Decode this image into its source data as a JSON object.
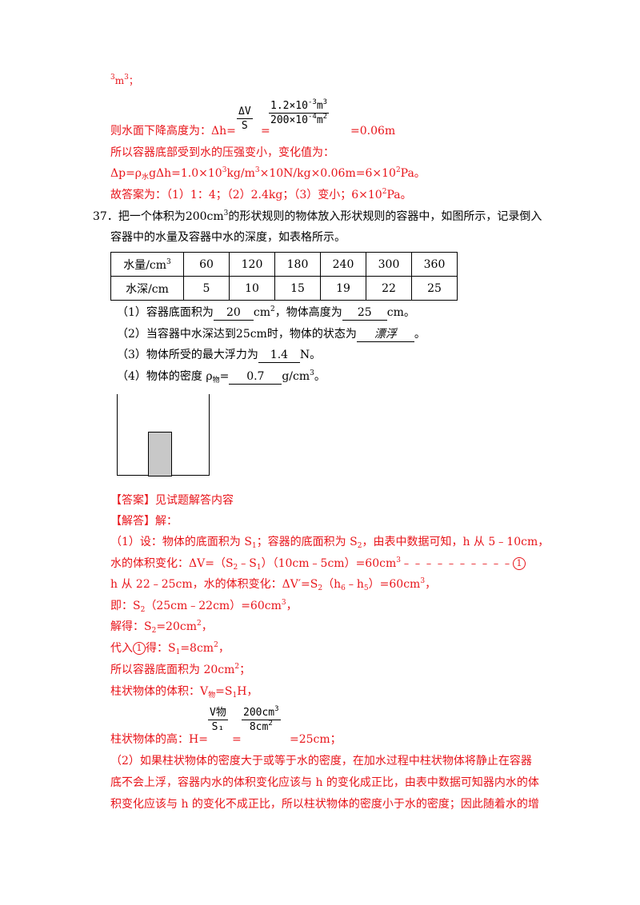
{
  "top": {
    "unit_fragment": "m",
    "unit_fragment_exp_pre": "3",
    "unit_fragment_exp": "3",
    "unit_fragment_tail": "；",
    "frac1_num_left": "ΔV",
    "frac1_den_left": "S",
    "frac1_num_right_a": "1.2×10",
    "frac1_num_right_exp": "-3",
    "frac1_num_right_unit": "m",
    "frac1_num_right_unit_exp": "3",
    "frac1_den_right_a": "200×10",
    "frac1_den_right_exp": "-4",
    "frac1_den_right_unit": "m",
    "frac1_den_right_unit_exp": "2",
    "dh_prefix": "则水面下降高度为：Δh=",
    "dh_eq": "=",
    "dh_result": "=0.06m",
    "pressure_line": "所以容器底部受到水的压强变小，变化值为：",
    "dp_a": "Δp=ρ",
    "dp_sub": "水",
    "dp_b": "gΔh=1.0×10",
    "dp_exp1": "3",
    "dp_c": "kg/m",
    "dp_exp2": "3",
    "dp_d": "×10N/kg×0.06m=6×10",
    "dp_exp3": "2",
    "dp_e": "Pa。",
    "answer_a": "故答案为：（1）1：4；（2）2.4kg；（3）变小；6×10",
    "answer_exp": "2",
    "answer_b": "Pa。"
  },
  "q37": {
    "number": "37．",
    "stem1_a": "把一个体积为200cm",
    "stem1_exp": "3",
    "stem1_b": "的形状规则的物体放入形状规则的容器中，如图所示，记录倒入",
    "stem2": "容器中的水量及容器中水的深度，如表格所示。",
    "table": {
      "row1_label": "水量/cm",
      "row1_label_exp": "3",
      "row1_values": [
        "60",
        "120",
        "180",
        "240",
        "300",
        "360"
      ],
      "row2_label": "水深/cm",
      "row2_values": [
        "5",
        "10",
        "15",
        "19",
        "22",
        "25"
      ]
    },
    "s1_a": "（1）容器底面积为",
    "s1_blank1": "20",
    "s1_b": "cm",
    "s1_b_exp": "2",
    "s1_c": "，物体高度为",
    "s1_blank2": "25",
    "s1_d": "cm。",
    "s2_a": "（2）当容器中水深达到25cm时，物体的状态为",
    "s2_blank": "漂浮",
    "s2_b": "。",
    "s3_a": "（3）物体所受的最大浮力为",
    "s3_blank": "1.4",
    "s3_b": "N。",
    "s4_a": "（4）物体的密度 ρ",
    "s4_sub": "物",
    "s4_b": "=",
    "s4_blank": "0.7",
    "s4_c": "g/cm",
    "s4_exp": "3",
    "s4_d": "。"
  },
  "solution": {
    "answer_tag": "【答案】见试题解答内容",
    "analysis_tag": "【解答】解：",
    "l1_a": "（1）设：物体的底面积为 S",
    "l1_s1": "1",
    "l1_b": "；容器的底面积为 S",
    "l1_s2": "2",
    "l1_c": "，由表中数据可知，h 从 5﹣10cm，",
    "l2_a": "水的体积变化：ΔV=（S",
    "l2_s2": "2",
    "l2_b": "﹣S",
    "l2_s1": "1",
    "l2_c": "）（10cm﹣5cm）=60cm",
    "l2_exp": "3",
    "l2_d": "﹣﹣﹣﹣﹣﹣﹣﹣﹣﹣",
    "circle_mark": "1",
    "l3_a": "h 从 22﹣25cm，水的体积变化：ΔV′=S",
    "l3_s2": "2",
    "l3_b": "（h",
    "l3_h6": "6",
    "l3_c": "﹣h",
    "l3_h5": "5",
    "l3_d": "）=60cm",
    "l3_exp": "3",
    "l3_e": "，",
    "l4_a": "即：S",
    "l4_s2": "2",
    "l4_b": "（25cm﹣22cm）=60cm",
    "l4_exp": "3",
    "l4_c": "，",
    "l5_a": "解得：S",
    "l5_s2": "2",
    "l5_b": "=20cm",
    "l5_exp": "2",
    "l5_c": "，",
    "l6_a": "代入",
    "l6_b": "得：S",
    "l6_s1": "1",
    "l6_c": "=8cm",
    "l6_exp": "2",
    "l6_d": "，",
    "l7_a": "所以容器底面积为 20cm",
    "l7_exp": "2",
    "l7_b": "；",
    "l8_a": "柱状物体的体积：V",
    "l8_sub": "物",
    "l8_b": "=S",
    "l8_s1": "1",
    "l8_c": "H，",
    "frac2_num_left": "V物",
    "frac2_den_left": "S₁",
    "frac2_num_right": "200cm",
    "frac2_num_right_exp": "3",
    "frac2_den_right": "8cm",
    "frac2_den_right_exp": "2",
    "l9_a": "柱状物体的高：H=",
    "l9_eq": "=",
    "l9_b": "=25cm；",
    "p2_l1": "（2）如果柱状物体的密度大于或等于水的密度，在加水过程中柱状物体将静止在容器",
    "p2_l2": "底不会上浮，容器内水的体积变化应该与 h 的变化成正比，由表中数据可知器内水的体",
    "p2_l3": "积变化应该与 h 的变化不成正比，所以柱状物体的密度小于水的密度；因此随着水的增"
  }
}
